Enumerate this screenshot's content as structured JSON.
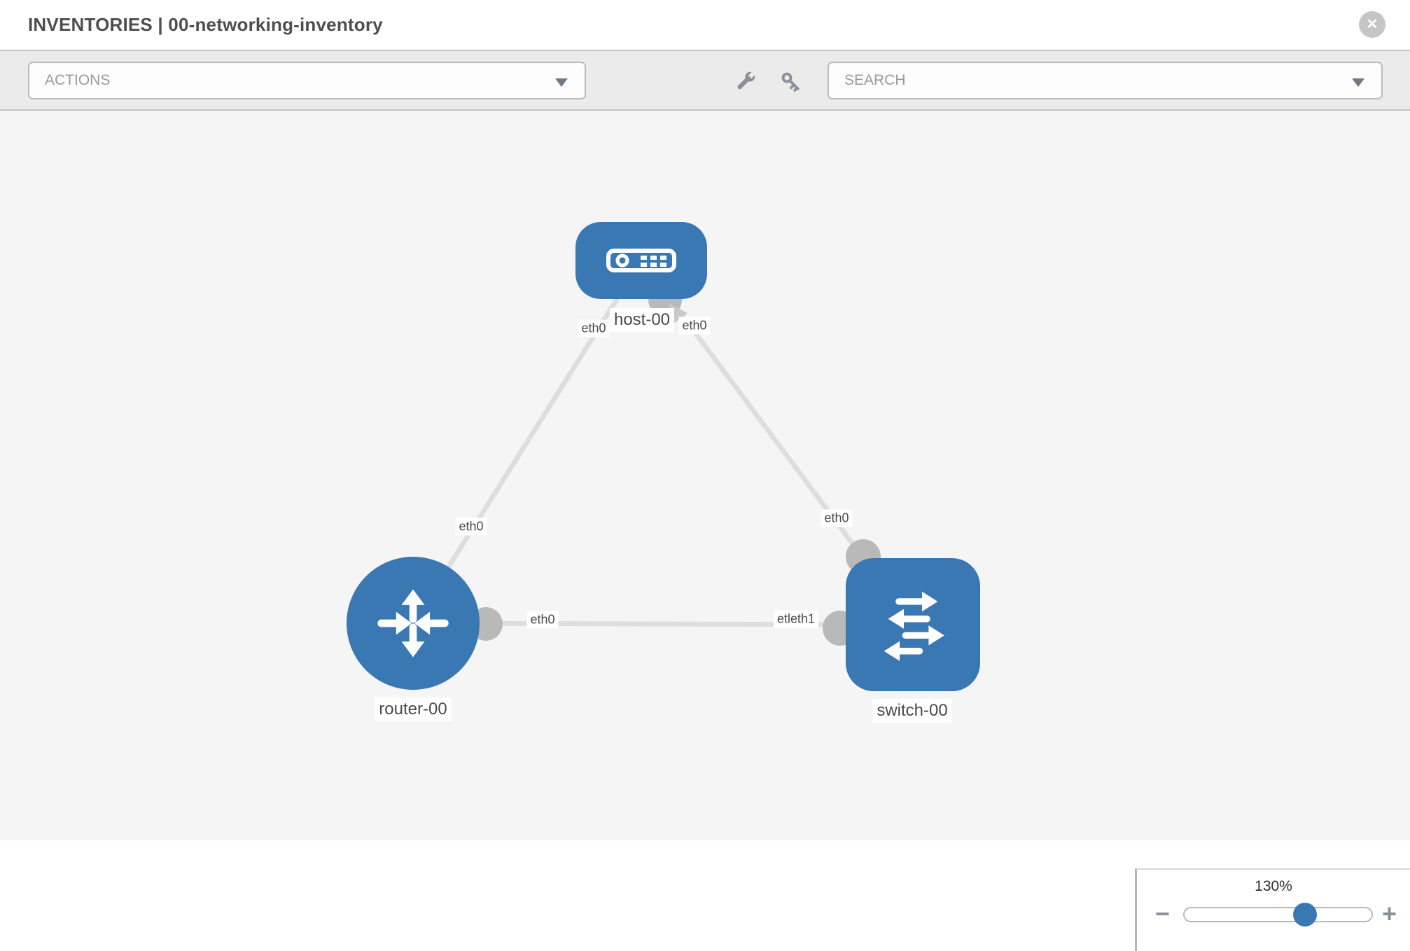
{
  "header": {
    "title": "INVENTORIES | 00-networking-inventory",
    "close_glyph": "✕"
  },
  "toolbar": {
    "actions_label": "ACTIONS",
    "search_label": "SEARCH",
    "icons": [
      "wrench-icon",
      "key-icon"
    ]
  },
  "topology": {
    "nodes": [
      {
        "id": "host-00",
        "label": "host-00",
        "type": "host",
        "icon": "server-icon"
      },
      {
        "id": "router-00",
        "label": "router-00",
        "type": "router",
        "icon": "router-arrows-icon"
      },
      {
        "id": "switch-00",
        "label": "switch-00",
        "type": "switch",
        "icon": "switch-arrows-icon"
      }
    ],
    "links": [
      {
        "from": "host-00",
        "to": "router-00",
        "from_interface": "eth0",
        "to_interface": "eth0"
      },
      {
        "from": "host-00",
        "to": "switch-00",
        "from_interface": "eth0",
        "to_interface": "eth0"
      },
      {
        "from": "router-00",
        "to": "switch-00",
        "from_interface": "eth0",
        "to_interface": "eth1"
      }
    ],
    "labels": {
      "host": "host-00",
      "router": "router-00",
      "switch": "switch-00",
      "host_if_left": "eth0",
      "host_if_right": "eth0",
      "router_if_top": "eth0",
      "router_if_right": "eth0",
      "switch_if_top": "eth0",
      "switch_if_left_overlapped": "etleth1"
    }
  },
  "zoom_control": {
    "value": "130%",
    "minus_glyph": "−",
    "plus_glyph": "+"
  },
  "colors": {
    "node_blue": "#3978b3",
    "link_gray": "#dedede",
    "interface_dot": "#b9b9b9",
    "toolbar_bg": "#ebebeb",
    "canvas_bg": "#f5f5f5",
    "accent_thumb": "#3978b3"
  }
}
